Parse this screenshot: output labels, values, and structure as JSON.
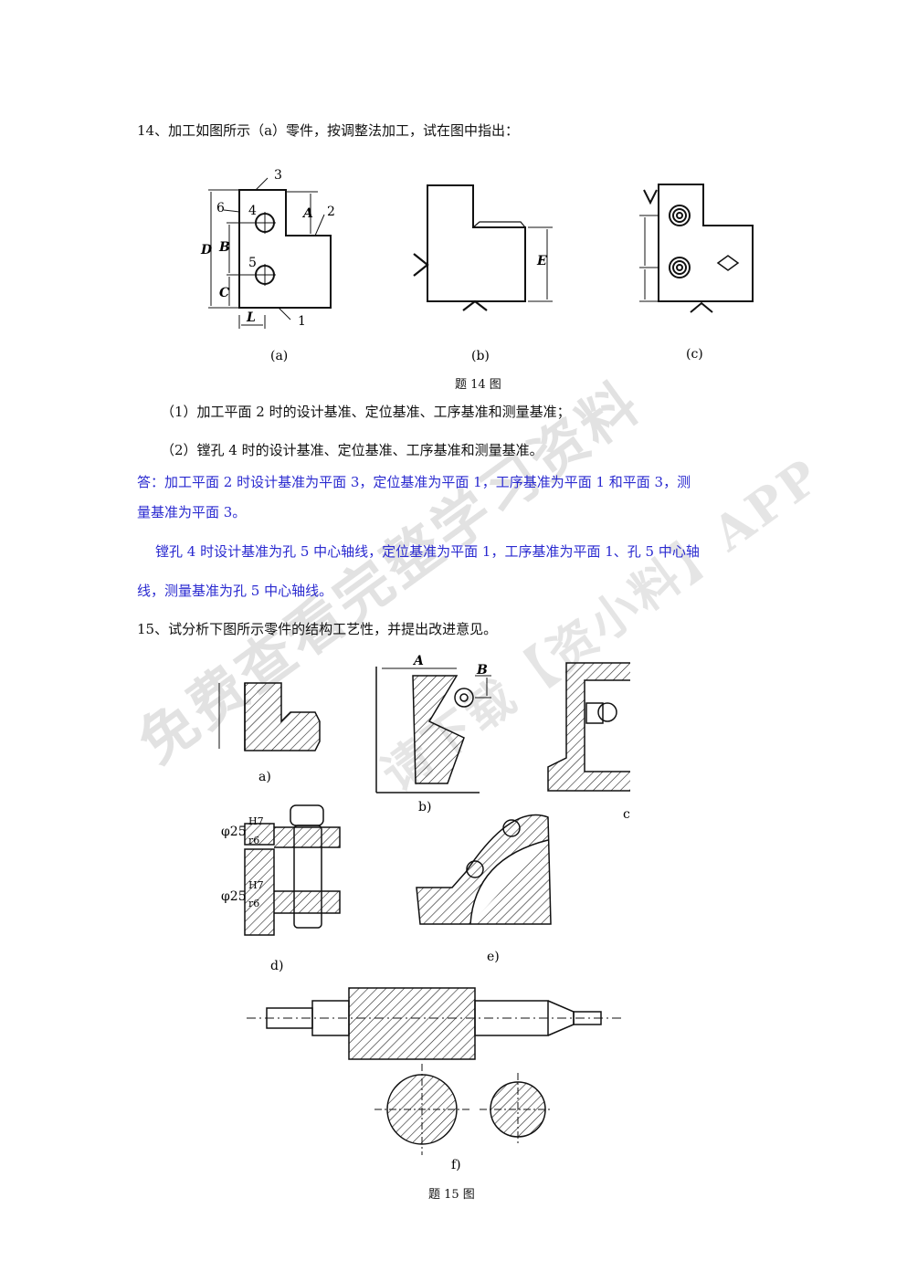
{
  "q14": {
    "title": "14、加工如图所示（a）零件，按调整法加工，试在图中指出：",
    "fig_labels": {
      "a": "(a)",
      "b": "(b)",
      "c": "(c)",
      "n1": "1",
      "n2": "2",
      "n3": "3",
      "n4": "4",
      "n5": "5",
      "n6": "6",
      "A": "A",
      "B": "B",
      "C": "C",
      "D": "D",
      "L": "L",
      "E": "E"
    },
    "caption": "题 14 图",
    "item1": "（1）加工平面 2 时的设计基准、定位基准、工序基准和测量基准；",
    "item2": "（2）镗孔 4 时的设计基准、定位基准、工序基准和测量基准。",
    "answer_line1": "答：加工平面 2 时设计基准为平面 3，定位基准为平面 1，工序基准为平面 1 和平面 3，测",
    "answer_line2": "量基准为平面 3。",
    "answer_line3": "镗孔 4 时设计基准为孔 5 中心轴线，定位基准为平面 1，工序基准为平面 1、孔 5 中心轴",
    "answer_line4": "线，测量基准为孔 5 中心轴线。"
  },
  "q15": {
    "title": "15、试分析下图所示零件的结构工艺性，并提出改进意见。",
    "fig_labels": {
      "a": "a)",
      "b": "b)",
      "c": "c)",
      "d": "d)",
      "e": "e)",
      "f": "f)",
      "A": "A",
      "B": "B",
      "phi1": "φ25",
      "h7_1": "H7",
      "r6_1": "r6",
      "phi2": "φ25",
      "h7_2": "H7",
      "r6_2": "r6"
    },
    "caption": "题 15 图"
  },
  "watermark": {
    "line1": "免费查看完整学习资料",
    "line2": "请下载【资小料】APP"
  }
}
